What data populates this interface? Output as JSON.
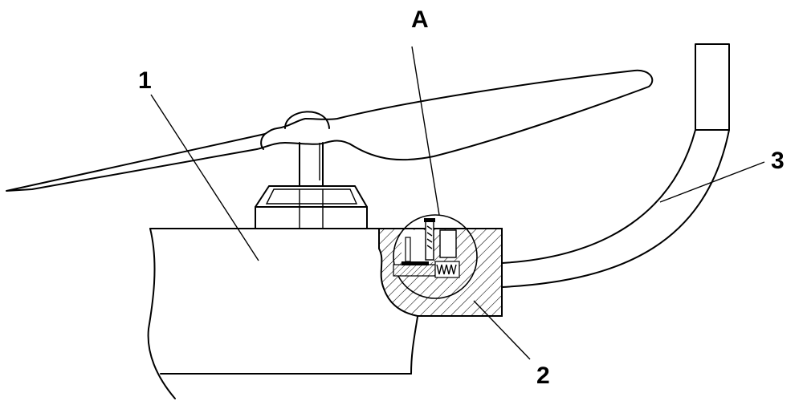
{
  "labels": {
    "body": "1",
    "block": "2",
    "hook": "3",
    "detail": "A"
  }
}
